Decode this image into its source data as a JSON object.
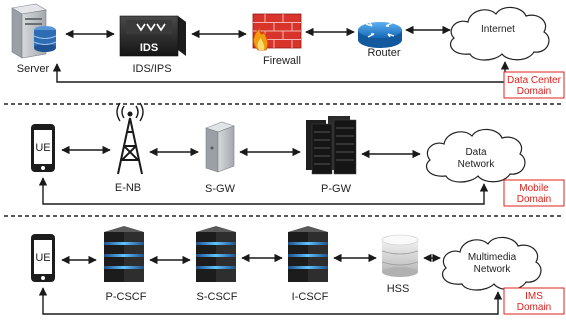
{
  "domains": {
    "data_center": {
      "label_line1": "Data Center",
      "label_line2": "Domain",
      "server": "Server",
      "ids_box": "IDS",
      "ids_ips": "IDS/IPS",
      "firewall": "Firewall",
      "router": "Router",
      "cloud": "Internet"
    },
    "mobile": {
      "label_line1": "Mobile",
      "label_line2": "Domain",
      "ue": "UE",
      "enb": "E-NB",
      "sgw": "S-GW",
      "pgw": "P-GW",
      "cloud_line1": "Data",
      "cloud_line2": "Network"
    },
    "ims": {
      "label_line1": "IMS",
      "label_line2": "Domain",
      "ue": "UE",
      "pcscf": "P-CSCF",
      "scscf": "S-CSCF",
      "icscf": "I-CSCF",
      "hss": "HSS",
      "cloud_line1": "Multimedia",
      "cloud_line2": "Network"
    }
  },
  "colors": {
    "domain_label": "#e0211c",
    "firewall_brick": "#d9342b",
    "router_blue": "#1e7fd0",
    "server_rack": "#2b2b2b",
    "database_blue": "#2e6db4"
  }
}
